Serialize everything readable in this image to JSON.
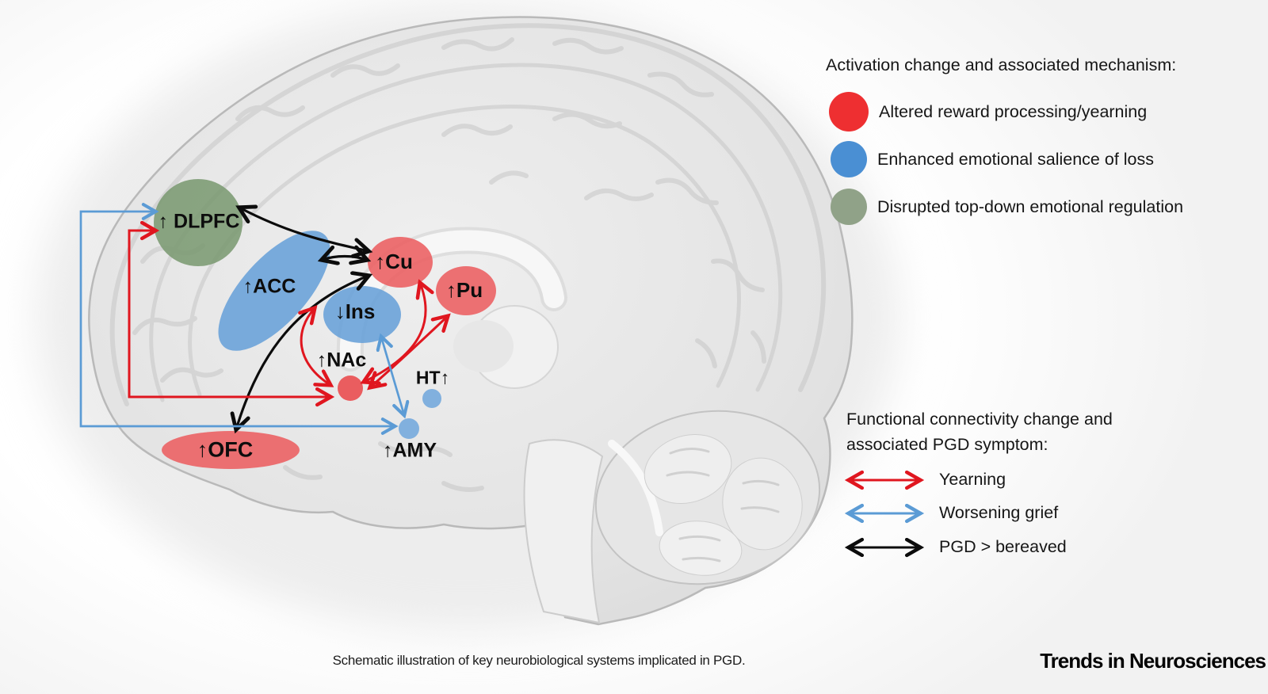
{
  "figure": {
    "caption": "Schematic illustration of key neurobiological systems implicated in PGD.",
    "journal": "Trends in Neurosciences"
  },
  "regions": [
    {
      "id": "dlpfc",
      "label": "↑ DLPFC",
      "color": "#7b9a72"
    },
    {
      "id": "acc",
      "label": "↑ACC",
      "color": "#68a0d8"
    },
    {
      "id": "cu",
      "label": "↑Cu",
      "color": "#ec5f61"
    },
    {
      "id": "pu",
      "label": "↑Pu",
      "color": "#ec5f61"
    },
    {
      "id": "ins",
      "label": "↓Ins",
      "color": "#68a0d8"
    },
    {
      "id": "nac",
      "label": "↑NAc",
      "color": "#e9494b"
    },
    {
      "id": "ht",
      "label": "HT↑",
      "color": "#72a7dc"
    },
    {
      "id": "amy",
      "label": "↑AMY",
      "color": "#72a7dc"
    },
    {
      "id": "ofc",
      "label": "↑OFC",
      "color": "#ec5f61"
    }
  ],
  "legend_activation": {
    "title": "Activation change and associated mechanism:",
    "items": [
      {
        "id": "reward",
        "color": "#ee2f31",
        "label": "Altered reward processing/yearning"
      },
      {
        "id": "salience",
        "color": "#4a8fd3",
        "label": "Enhanced emotional salience of loss"
      },
      {
        "id": "regulation",
        "color": "#90a288",
        "label": "Disrupted top-down emotional regulation"
      }
    ]
  },
  "legend_connectivity": {
    "title_line1": "Functional connectivity change and",
    "title_line2": "associated PGD symptom:",
    "items": [
      {
        "id": "yearning",
        "color": "#e0161f",
        "label": "Yearning"
      },
      {
        "id": "worsening-grief",
        "color": "#5b9bd5",
        "label": "Worsening grief"
      },
      {
        "id": "pgd-bereaved",
        "color": "#0c0c0c",
        "label": "PGD > bereaved"
      }
    ]
  },
  "connections": [
    {
      "from": "DLPFC",
      "to": "Cu",
      "type": "PGD > bereaved",
      "color": "#0c0c0c"
    },
    {
      "from": "ACC",
      "to": "Cu",
      "type": "PGD > bereaved",
      "color": "#0c0c0c"
    },
    {
      "from": "OFC",
      "to": "Cu",
      "type": "PGD > bereaved",
      "color": "#0c0c0c"
    },
    {
      "from": "DLPFC",
      "to": "NAc",
      "type": "Yearning",
      "color": "#e0161f"
    },
    {
      "from": "Ins",
      "to": "NAc",
      "type": "Yearning",
      "color": "#e0161f"
    },
    {
      "from": "Cu",
      "to": "NAc",
      "type": "Yearning",
      "color": "#e0161f"
    },
    {
      "from": "Pu",
      "to": "NAc",
      "type": "Yearning",
      "color": "#e0161f"
    },
    {
      "from": "DLPFC",
      "to": "AMY",
      "type": "Worsening grief",
      "color": "#5b9bd5"
    },
    {
      "from": "Ins",
      "to": "AMY",
      "type": "Worsening grief",
      "color": "#5b9bd5"
    }
  ]
}
